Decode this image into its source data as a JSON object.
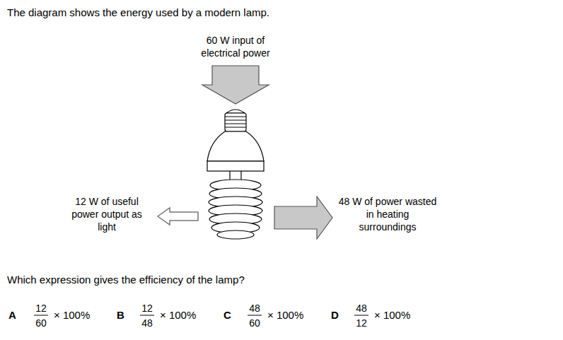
{
  "diagram": {
    "title": "The diagram shows the energy used by a modern lamp.",
    "labels": [
      "60 W input of electrical power",
      "12 W of useful power output as light",
      "48 W of power wasted in heating surroundings",
      "Which expression gives the efficiency of the lamp?",
      "A",
      "12",
      "60",
      "× 100%",
      "B",
      "12",
      "48",
      "× 100%",
      "C",
      "48",
      "60",
      "× 100%",
      "D",
      "48",
      "12",
      "× 100%"
    ]
  }
}
